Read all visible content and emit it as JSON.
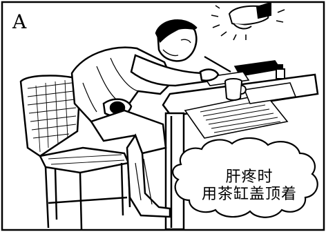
{
  "panel": {
    "letter": "A"
  },
  "caption": {
    "line1": "肝疼时",
    "line2": "用茶缸盖顶着"
  }
}
